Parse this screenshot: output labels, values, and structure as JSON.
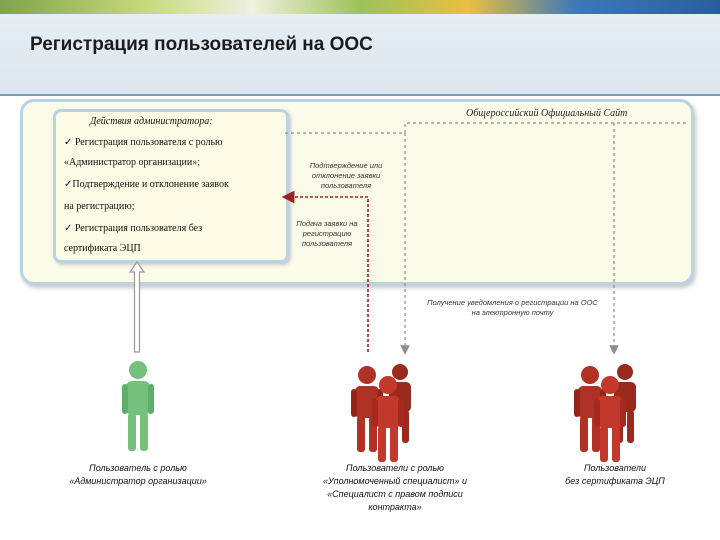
{
  "slide": {
    "title": "Регистрация пользователей на ООС"
  },
  "site": {
    "title": "Общероссийский Официальный Сайт"
  },
  "admin_box": {
    "heading": "Действия администратора:",
    "lines": [
      "✓  Регистрация пользователя с ролью",
      "«Администратор организации»;",
      "✓Подтверждение и отклонение заявок",
      "на регистрацию;",
      "✓  Регистрация пользователя без",
      "сертификата ЭЦП"
    ]
  },
  "flows": {
    "confirm": [
      "Подтверждение или",
      "отклонение заявки",
      "пользователя"
    ],
    "request": [
      "Подача заявки на",
      "регистрацию",
      "пользователя"
    ],
    "notify": [
      "Получение уведомления о регистрации на ООС",
      "на электронную почту"
    ]
  },
  "users": {
    "admin": [
      "Пользователь с ролью",
      "«Администратор организации»"
    ],
    "specialists": [
      "Пользователи с ролью",
      "«Уполномоченный специалист» и",
      "«Специалист с правом подписи",
      "контракта»"
    ],
    "no_cert": [
      "Пользователи",
      "без сертификата ЭЦП"
    ]
  },
  "colors": {
    "green_person": "#74c07c",
    "red_person": "#b03224",
    "red_arrow": "#a11f1f",
    "gray_arrow": "#8c8c8c",
    "box_border": "#b7d3e4"
  }
}
